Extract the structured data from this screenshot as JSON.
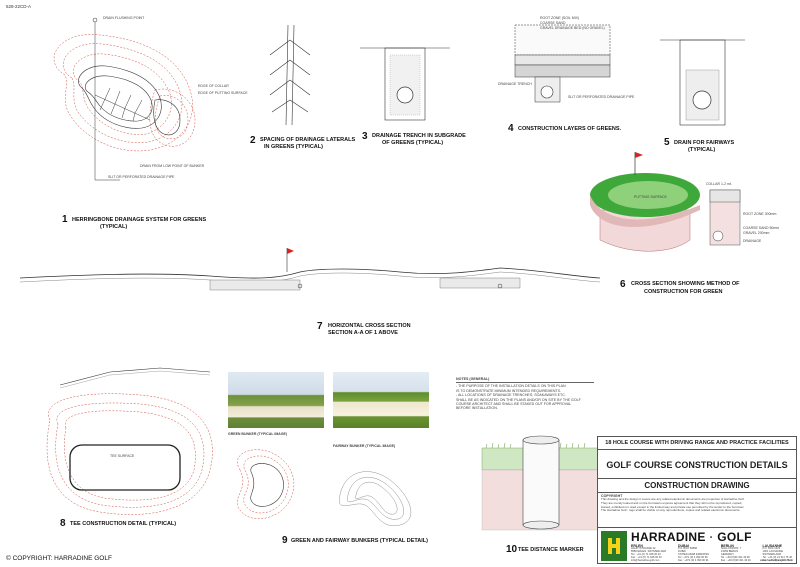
{
  "drawing_ref": "628-22CD-A",
  "copyright": "©   COPYRIGHT:  HARRADINE GOLF",
  "details": [
    {
      "num": "1",
      "title": "HERRINGBONE DRAINAGE SYSTEM FOR GREENS",
      "sub": "(TYPICAL)"
    },
    {
      "num": "2",
      "title": "SPACING OF DRAINAGE LATERALS",
      "sub": "IN GREENS (TYPICAL)"
    },
    {
      "num": "3",
      "title": "DRAINAGE TRENCH IN SUBGRADE",
      "sub": "OF GREENS (TYPICAL)"
    },
    {
      "num": "4",
      "title": "CONSTRUCTION LAYERS OF GREENS.",
      "sub": ""
    },
    {
      "num": "5",
      "title": "DRAIN FOR FAIRWAYS",
      "sub": "(TYPICAL)"
    },
    {
      "num": "6",
      "title": "CROSS SECTION SHOWING METHOD OF",
      "sub": "CONSTRUCTION FOR GREEN"
    },
    {
      "num": "7",
      "title": "HORIZONTAL CROSS SECTION",
      "sub": "SECTION A-A OF 1 ABOVE"
    },
    {
      "num": "8",
      "title": "TEE CONSTRUCTION DETAIL (TYPICAL)",
      "sub": ""
    },
    {
      "num": "9",
      "title": "GREEN AND FAIRWAY BUNKERS (TYPICAL DETAIL)",
      "sub": ""
    },
    {
      "num": "10",
      "title": "TEE DISTANCE MARKER",
      "sub": ""
    }
  ],
  "labels": {
    "drain_flushing_point": "DRAIN FLUSHING POINT",
    "edge_of_collar": "EDGE OF COLLAR",
    "edge_of_putting": "EDGE OF PUTTING SURFACE",
    "drain_low_point": "DRAIN FROM LOW POINT OF BUNKER",
    "slit_drain": "SLIT OR PERFORATED  DRAINAGE PIPE",
    "root_zone": "ROOT ZONE (SOIL MIX)",
    "coarse_sand": "COARSE SAND",
    "gravel": "GRAVEL DRAINAGE BED (NO GRAVEL)",
    "drainage_trench": "DRAINAGE TRENCH",
    "perforated_pipe": "SLIT OR PERFORATED DRAINAGE PIPE",
    "collar": "COLLAR 1-2 mt.",
    "putting_surface": "PUTTING SURFACE",
    "root_zone_300": "ROOT ZONE 300mm",
    "coarse_sand_50": "COARSE SAND 50mm",
    "gravel_200": "GRAVEL 200mm",
    "drainage": "DRAINAGE",
    "tee_ground": "TEE SURFACE",
    "green_bunker": "GREEN BUNKER (TYPICAL IMAGE)",
    "fairway_bunker": "FAIRWAY BUNKER (TYPICAL IMAGE)",
    "distance_marker": "DISTANCE MARKER"
  },
  "notes_general": {
    "heading": "NOTES (GENERAL)",
    "lines": [
      "- THE PURPOSE OF THE INSTALLATION DETAILS ON THIS PLAN",
      "  IS TO DEMONSTRATE MINIMUM INTENDED REQUIREMENTS.",
      "- ALL LOCATIONS OF DRAINAGE TRENCHES, SOAKAWAYS ETC.",
      "  SHALL BE AS INDICATED ON THE PLANS AND/OR ON SITE BY THE GOLF",
      "  COURSE ARCHITECT AND SHALL BE STAKED OUT FOR APPROVAL",
      "  BEFORE INSTALLATION."
    ]
  },
  "title_block": {
    "project": "18 HOLE COURSE WITH DRIVING RANGE AND PRACTICE FACILITIES",
    "drawing_title": "GOLF COURSE CONSTRUCTION DETAILS",
    "drawing_type": "CONSTRUCTION DRAWING",
    "copyright_heading": "COPYRIGHT",
    "copyright_text": [
      "This drawing and the design it covers are any related electronic documents are properties of Harradine Golf.",
      "They are merely loaned and on the borrowers express agreement that they will not be reproduced, copied,",
      "loaned, exhibited nor used except in the limited way and private use permitted by the lender to the borrower.",
      "The Harradine Golf - logo shall be visible on any reproductions, copies and related electronic documents."
    ],
    "logo_text": "HARRADINE",
    "logo_text2": "GOLF",
    "offices": [
      {
        "city": "ERLEN",
        "lines": [
          "HAUPTSTRASSE 22",
          "8586 ERLEN, SWITZERLAND",
          "Tel : +41 (0) 71 648 30 20",
          "Fax : +41 (0) 71 648 30 32",
          "info@harradine-golf.com"
        ]
      },
      {
        "city": "DUBAI",
        "lines": [
          "P.O. BOX 50808",
          "DUBAI",
          "UNITED ARAB EMIRATES",
          "Tel : +971 (0) 4 390 30 90",
          "Fax : +971 (0) 4 390 30 91"
        ]
      },
      {
        "city": "BERLIN",
        "lines": [
          "SCHLOSSSTR. 7",
          "14059 BERLIN",
          "GERMANY",
          "Tel : +49 (0)30 321 40 48",
          "Fax : +49 (0)30 321 40 49"
        ]
      },
      {
        "city": "LAUSANNE",
        "lines": [
          "P.O. BOX 1023",
          "1001 LAUSANNE",
          "SWITZERLAND",
          "Tel : +41 (0) 21 311 75 40",
          "Fax : +41 (0) 21 311 75 41"
        ]
      }
    ],
    "website": "www.harradine-golf.com"
  },
  "colors": {
    "contour": "#d05040",
    "green_turf": "#3ea83a",
    "green_light": "#8fd07a",
    "hatch": "#c08080",
    "logo_green": "#2a7a28",
    "flag_red": "#e02020"
  }
}
